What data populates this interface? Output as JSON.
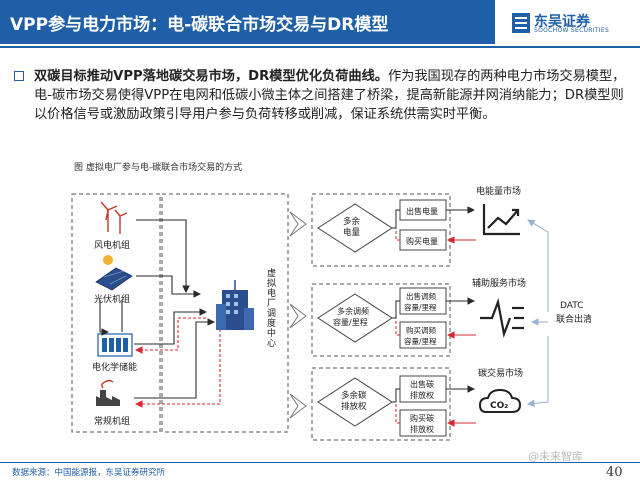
{
  "header": {
    "title": "VPP参与电力市场：电-碳联合市场交易与DR模型",
    "logo_name": "东吴证券",
    "logo_en": "SOOCHOW SECURITIES"
  },
  "body": {
    "bold_text": "双碳目标推动VPP落地碳交易市场，DR模型优化负荷曲线。",
    "text": "作为我国现存的两种电力市场交易模型，电-碳市场交易使得VPP在电网和低碳小微主体之间搭建了桥梁，提高新能源并网消纳能力；DR模型则以价格信号或激励政策引导用户参与负荷转移或削减，保证系统供需实时平衡。"
  },
  "figure": {
    "caption": "图  虚拟电厂参与电-碳联合市场交易的方式",
    "sources": [
      "风电机组",
      "光伏机组",
      "电化学储能",
      "常规机组"
    ],
    "center": "虚拟电厂调度中心",
    "groups": [
      {
        "label": "多余电量",
        "sell": "出售电量",
        "buy": "购买电量",
        "market": "电能量市场"
      },
      {
        "label": "多余调频容量/里程",
        "sell": "出售调频容量/里程",
        "buy": "购买调频容量/里程",
        "market": "辅助服务市场"
      },
      {
        "label": "多余碳排放权",
        "sell": "出售碳排放权",
        "buy": "购买碳排放权",
        "market": "碳交易市场"
      }
    ],
    "clearing": "DATC联合出清",
    "co2_label": "CO₂"
  },
  "footer": {
    "source": "数据来源：中国能源报，东吴证券研究所",
    "watermark": "@未来智库",
    "page": "40"
  },
  "colors": {
    "brand": "#1f5fa8",
    "arrow_red": "#d9272e",
    "line": "#2a2a2a"
  }
}
